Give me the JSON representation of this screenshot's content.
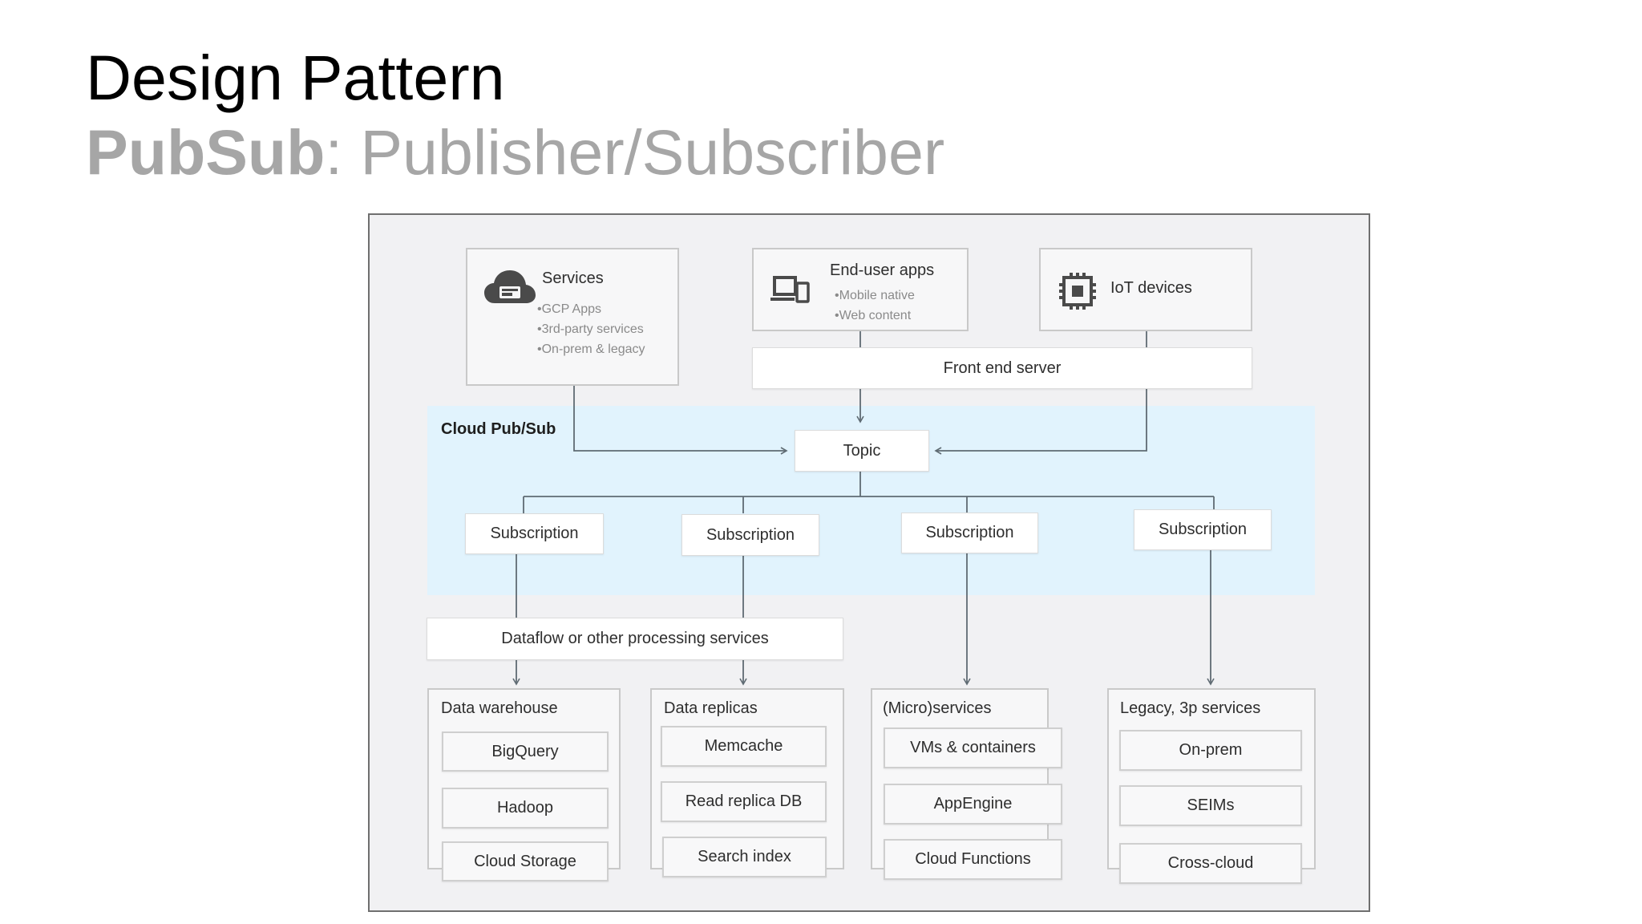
{
  "slide": {
    "title": "Design Pattern",
    "subtitle_bold": "PubSub",
    "subtitle_rest": ": Publisher/Subscriber"
  },
  "sources": {
    "services": {
      "label": "Services",
      "items": [
        "GCP Apps",
        "3rd-party services",
        "On-prem & legacy"
      ],
      "icon": "cloud-icon"
    },
    "end_user_apps": {
      "label": "End-user apps",
      "items": [
        "Mobile native",
        "Web content"
      ],
      "icon": "devices-icon"
    },
    "iot_devices": {
      "label": "IoT devices",
      "icon": "chip-icon"
    }
  },
  "front_end_server": "Front end server",
  "pubsub": {
    "label": "Cloud Pub/Sub",
    "topic": "Topic",
    "subscriptions": [
      "Subscription",
      "Subscription",
      "Subscription",
      "Subscription"
    ]
  },
  "processing": "Dataflow or other processing services",
  "sinks": [
    {
      "label": "Data warehouse",
      "items": [
        "BigQuery",
        "Hadoop",
        "Cloud Storage"
      ]
    },
    {
      "label": "Data replicas",
      "items": [
        "Memcache",
        "Read replica DB",
        "Search index"
      ]
    },
    {
      "label": "(Micro)services",
      "items": [
        "VMs & containers",
        "AppEngine",
        "Cloud Functions"
      ]
    },
    {
      "label": "Legacy, 3p services",
      "items": [
        "On-prem",
        "SEIMs",
        "Cross-cloud"
      ]
    }
  ],
  "colors": {
    "pubsub_region": "#e1f3fd",
    "connector": "#5f6b73"
  }
}
